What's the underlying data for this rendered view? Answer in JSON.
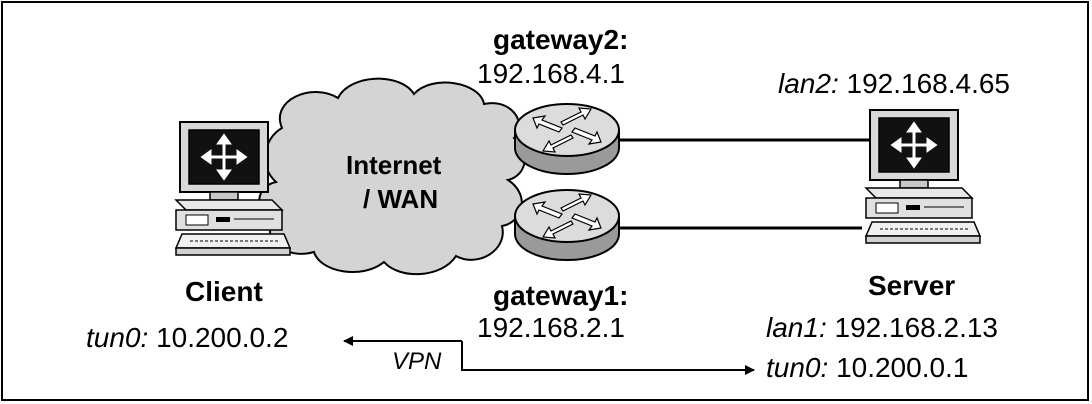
{
  "cloud": {
    "line1": "Internet",
    "line2": "/ WAN"
  },
  "gateway2": {
    "name": "gateway2:",
    "ip": "192.168.4.1"
  },
  "gateway1": {
    "name": "gateway1:",
    "ip": "192.168.2.1"
  },
  "client": {
    "name": "Client",
    "tun_label": "tun0:",
    "tun_ip": "10.200.0.2"
  },
  "server": {
    "name": "Server",
    "lan2_label": "lan2:",
    "lan2_ip": "192.168.4.65",
    "lan1_label": "lan1:",
    "lan1_ip": "192.168.2.13",
    "tun_label": "tun0:",
    "tun_ip": "10.200.0.1"
  },
  "vpn": {
    "label": "VPN"
  }
}
